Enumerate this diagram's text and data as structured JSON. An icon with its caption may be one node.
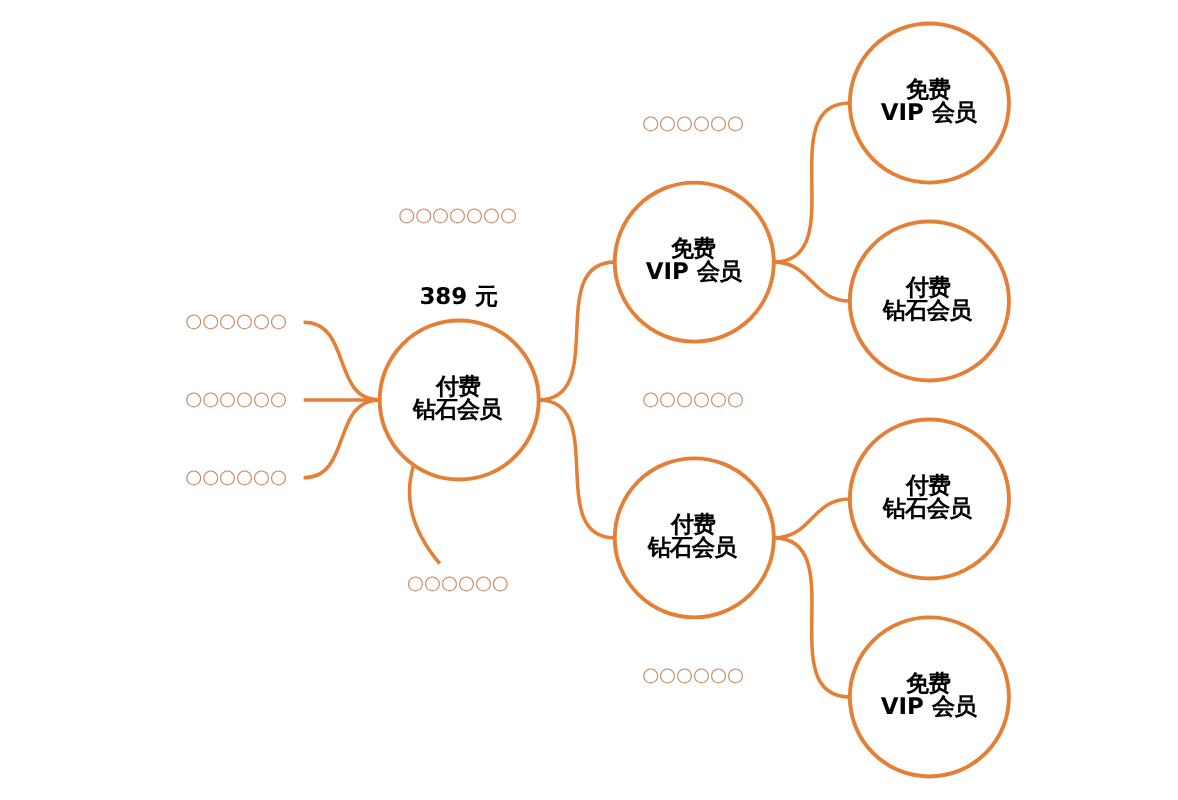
{
  "diagram": {
    "nodes": [
      {
        "text": [
          "付费",
          "钻石会员"
        ],
        "beside": [
          "389 元"
        ]
      },
      {
        "text": [
          "○○○○○○"
        ]
      },
      {
        "text": [
          "○○○○○○"
        ]
      },
      {
        "text": [
          "○○○○○○"
        ]
      },
      {
        "text": [
          "○○○○○○"
        ]
      },
      {
        "text": [
          "免费",
          "VIP 会员"
        ]
      },
      {
        "text": [
          "付费",
          "钻石会员"
        ]
      },
      {
        "text": [
          "免费",
          "VIP 会员"
        ]
      },
      {
        "text": [
          "付费",
          "钻石会员"
        ]
      },
      {
        "text": [
          "付费",
          "钻石会员"
        ]
      },
      {
        "text": [
          "免费",
          "VIP 会员"
        ]
      }
    ],
    "edges": [
      {
        "from": 0,
        "to": 1,
        "arrow": "none"
      },
      {
        "from": 0,
        "to": 2,
        "arrow": "none"
      },
      {
        "from": 0,
        "to": 3,
        "arrow": "none"
      },
      {
        "from": 0,
        "to": 4,
        "arrow": "none"
      },
      {
        "from": 0,
        "to": 5,
        "arrow": "none"
      },
      {
        "from": 0,
        "to": 6,
        "arrow": "none"
      },
      {
        "from": 5,
        "to": 7,
        "arrow": "none"
      },
      {
        "from": 5,
        "to": 8,
        "arrow": "none"
      },
      {
        "from": 6,
        "to": 9,
        "arrow": "none"
      },
      {
        "from": 6,
        "to": 10,
        "arrow": "none"
      }
    ],
    "labels": [
      "○○○○○○○",
      "○○○○○○",
      "○○○○○○",
      "○○○○○○"
    ]
  }
}
